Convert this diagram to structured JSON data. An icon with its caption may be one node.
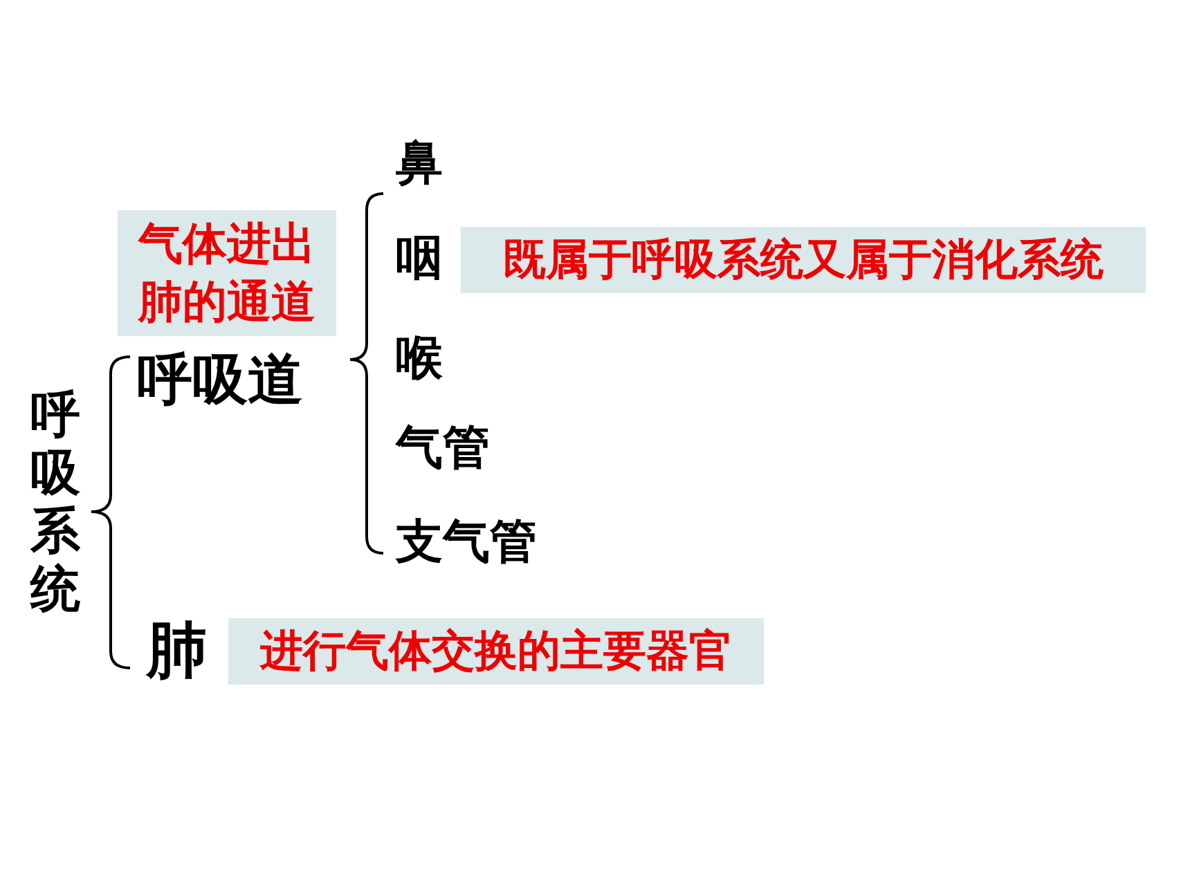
{
  "diagram": {
    "nodes": [
      {
        "text": [
          "呼吸系统"
        ]
      },
      {
        "text": [
          "呼吸道"
        ]
      },
      {
        "text": [
          "肺"
        ]
      },
      {
        "text": [
          "气体进出肺的通道"
        ]
      },
      {
        "text": [
          "鼻"
        ]
      },
      {
        "text": [
          "咽"
        ]
      },
      {
        "text": [
          "既属于呼吸系统又属于消化系统"
        ]
      },
      {
        "text": [
          "喉"
        ]
      },
      {
        "text": [
          "气管"
        ]
      },
      {
        "text": [
          "支气管"
        ]
      },
      {
        "text": [
          "进行气体交换的主要器官"
        ]
      }
    ]
  }
}
